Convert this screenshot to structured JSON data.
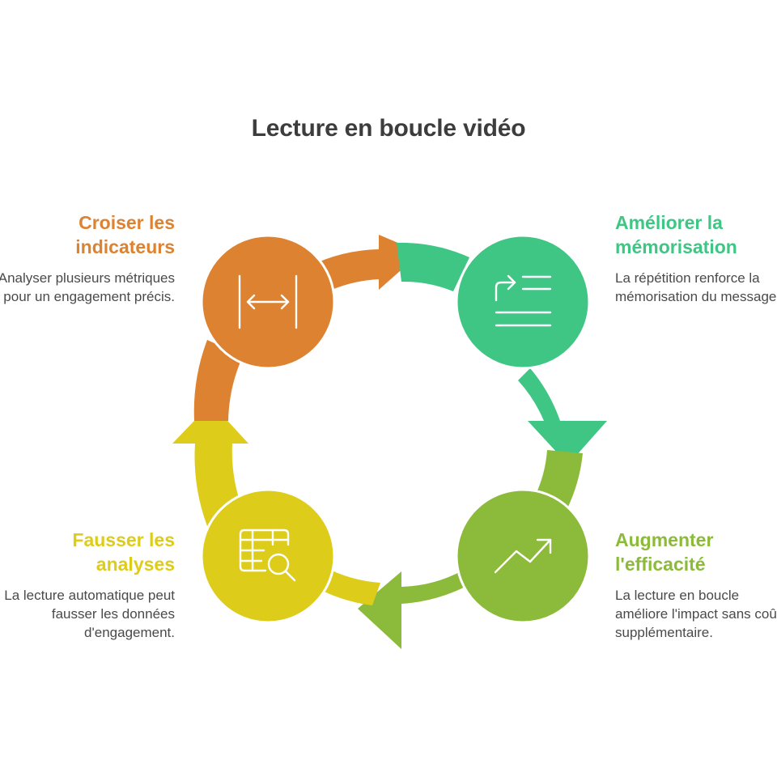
{
  "title": "Lecture en boucle vidéo",
  "steps": [
    {
      "position": "top-left",
      "heading": "Croiser les indicateurs",
      "description": "Analyser plusieurs métriques pour un engagement précis.",
      "color": "#DD8230",
      "icon": "horizontal-arrows-icon"
    },
    {
      "position": "top-right",
      "heading": "Améliorer la mémorisation",
      "description": "La répétition renforce la mémorisation du message.",
      "color": "#3FC684",
      "icon": "list-redo-icon"
    },
    {
      "position": "bottom-right",
      "heading": "Augmenter l'efficacité",
      "description": "La lecture en boucle améliore l'impact sans coût supplémentaire.",
      "color": "#8CBA3A",
      "icon": "trend-up-icon"
    },
    {
      "position": "bottom-left",
      "heading": "Fausser les analyses",
      "description": "La lecture automatique peut fausser les données d'engagement.",
      "color": "#DECC1A",
      "icon": "table-search-icon"
    }
  ]
}
